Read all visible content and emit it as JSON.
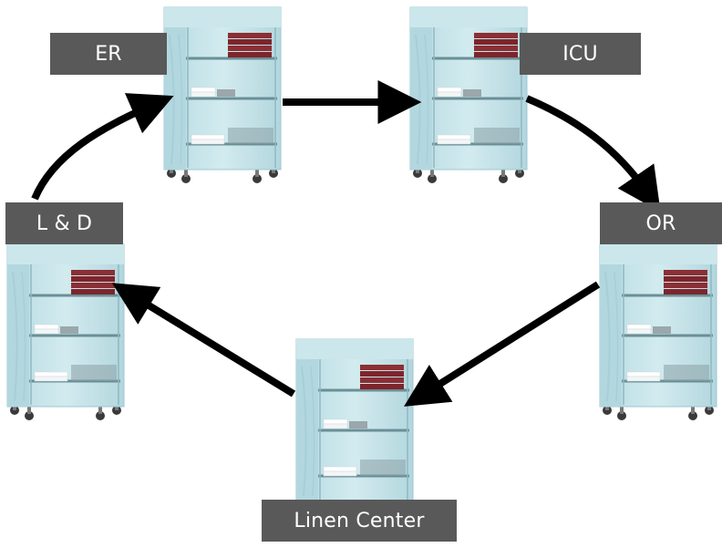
{
  "diagram": {
    "nodes": [
      {
        "id": "er",
        "label": "ER"
      },
      {
        "id": "icu",
        "label": "ICU"
      },
      {
        "id": "or",
        "label": "OR"
      },
      {
        "id": "linen",
        "label": "Linen Center"
      },
      {
        "id": "ld",
        "label": "L & D"
      }
    ],
    "edges": [
      {
        "from": "er",
        "to": "icu"
      },
      {
        "from": "icu",
        "to": "or"
      },
      {
        "from": "or",
        "to": "linen"
      },
      {
        "from": "linen",
        "to": "ld"
      },
      {
        "from": "ld",
        "to": "er"
      }
    ],
    "colors": {
      "label_bg": "#595959",
      "label_text": "#ffffff",
      "arrow": "#000000",
      "cart_cover": "#c4e4ea",
      "linen_red": "#8b2f35"
    },
    "icons": [
      "linen-cart-icon"
    ]
  }
}
